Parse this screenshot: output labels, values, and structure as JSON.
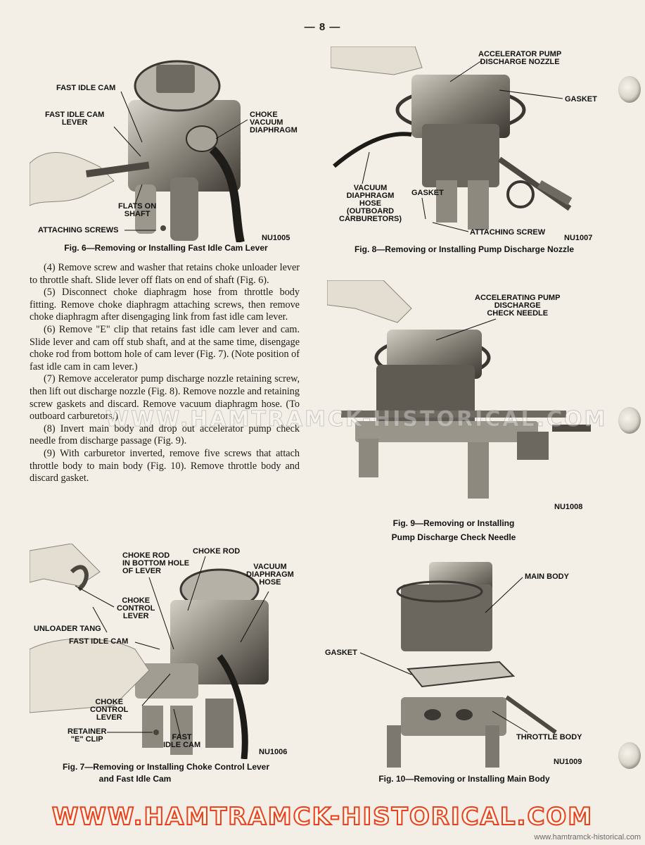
{
  "page_number": "— 8 —",
  "fig6": {
    "labels": {
      "fast_idle_cam": "FAST IDLE CAM",
      "fast_idle_cam_lever": "FAST IDLE CAM\nLEVER",
      "choke_vacuum_diaphragm": "CHOKE\nVACUUM\nDIAPHRAGM",
      "flats_on_shaft": "FLATS ON\nSHAFT",
      "attaching_screws": "ATTACHING SCREWS"
    },
    "code": "NU1005",
    "caption": "Fig. 6—Removing or Installing Fast Idle Cam Lever"
  },
  "fig8": {
    "labels": {
      "accel_pump_nozzle": "ACCELERATOR PUMP\nDISCHARGE NOZZLE",
      "gasket": "GASKET",
      "vacuum_hose": "VACUUM\nDIAPHRAGM\nHOSE\n(OUTBOARD\nCARBURETORS)",
      "gasket2": "GASKET",
      "attaching_screw": "ATTACHING SCREW"
    },
    "code": "NU1007",
    "caption": "Fig. 8—Removing or Installing Pump Discharge Nozzle"
  },
  "fig9": {
    "labels": {
      "check_needle": "ACCELERATING PUMP\nDISCHARGE\nCHECK NEEDLE"
    },
    "code": "NU1008",
    "caption_line1": "Fig. 9—Removing or Installing",
    "caption_line2": "Pump Discharge Check Needle"
  },
  "fig7": {
    "labels": {
      "choke_rod_hole": "CHOKE ROD\nIN BOTTOM HOLE\nOF LEVER",
      "choke_rod": "CHOKE ROD",
      "vacuum_hose": "VACUUM\nDIAPHRAGM\nHOSE",
      "choke_control_lever": "CHOKE\nCONTROL\nLEVER",
      "unloader_tang": "UNLOADER TANG",
      "fast_idle_cam": "FAST IDLE CAM",
      "choke_control_lever2": "CHOKE\nCONTROL\nLEVER",
      "retainer_clip": "RETAINER\n\"E\" CLIP",
      "fast_idle_cam2": "FAST\nIDLE CAM"
    },
    "code": "NU1006",
    "caption_line1": "Fig. 7—Removing or Installing Choke Control Lever",
    "caption_line2": "and Fast Idle Cam"
  },
  "fig10": {
    "labels": {
      "main_body": "MAIN BODY",
      "gasket": "GASKET",
      "throttle_body": "THROTTLE BODY"
    },
    "code": "NU1009",
    "caption": "Fig. 10—Removing or Installing Main Body"
  },
  "steps": [
    "(4)  Remove screw and washer that retains choke unloader lever to throttle shaft. Slide lever off flats on end of shaft (Fig. 6).",
    "(5)  Disconnect choke diaphragm hose from throttle body fitting. Remove choke diaphragm attaching screws, then remove choke diaphragm after disengaging link from fast idle cam lever.",
    "(6)  Remove \"E\" clip that retains fast idle cam lever and cam. Slide lever and cam off stub shaft, and at the same time, disengage choke rod from bottom hole of cam lever (Fig. 7). (Note position of fast idle cam in cam lever.)",
    "(7)  Remove accelerator pump discharge nozzle retaining screw, then lift out discharge nozzle (Fig. 8). Remove nozzle and retaining screw gaskets and discard. Remove vacuum diaphragm hose. (To outboard carburetors.)",
    "(8)  Invert main body and drop out accelerator pump check needle from discharge passage (Fig. 9).",
    "(9)  With carburetor inverted, remove five screws that attach throttle body to main body (Fig. 10). Remove throttle body and discard gasket."
  ],
  "watermark": "WWW.HAMTRAMCK-HISTORICAL.COM",
  "mid_watermark": "WWW.HAMTRAMCK-HISTORICAL.COM",
  "watermark_small": "www.hamtramck-historical.com"
}
